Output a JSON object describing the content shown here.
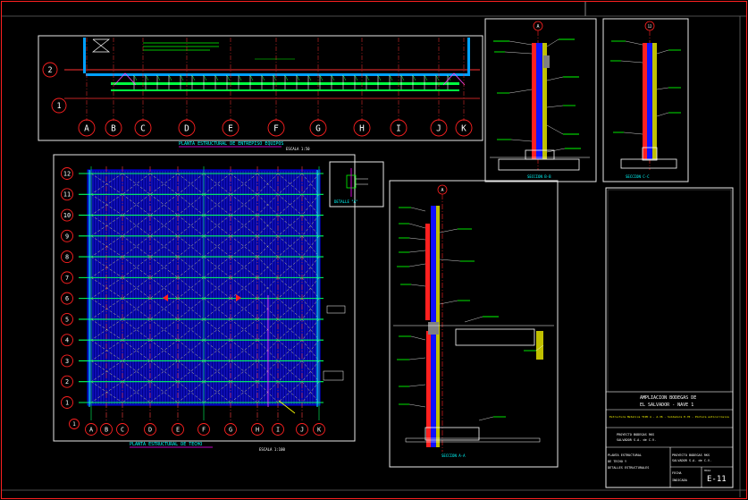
{
  "sheet": {
    "background": "#000000",
    "border_color": "#ff2020",
    "sheet_number": "E-11"
  },
  "top_plan": {
    "title": "PLANTA ESTRUCTURAL DE ENTREPISO EQUIPOS",
    "scale": "ESCALA 1:50",
    "row_labels": [
      "2",
      "1"
    ],
    "column_labels": [
      "A",
      "B",
      "C",
      "D",
      "E",
      "F",
      "G",
      "H",
      "I",
      "J",
      "K"
    ]
  },
  "roof_plan": {
    "title": "PLANTA ESTRUCTURAL DE TECHO",
    "scale": "ESCALA 1:100",
    "row_labels": [
      "12",
      "11",
      "10",
      "9",
      "8",
      "7",
      "6",
      "5",
      "4",
      "3",
      "2",
      "1"
    ],
    "column_labels": [
      "A",
      "B",
      "C",
      "D",
      "E",
      "F",
      "G",
      "H",
      "I",
      "J",
      "K"
    ]
  },
  "detail_small": {
    "title": "DETALLE \"A\""
  },
  "section_b": {
    "title": "SECCION B-B",
    "axis": "A"
  },
  "section_c": {
    "title": "SECCION C-C",
    "axis": "12"
  },
  "section_a": {
    "title": "SECCION A-A",
    "axis": "A"
  },
  "title_block": {
    "project_line1": "AMPLIACION BODEGAS DE",
    "project_line2": "EL SALVADOR - NAVE 1",
    "notes": "Estructura Metalica TIPO A - A-36 - Soldadura E-70 - Pintura anticorrosiva",
    "client_line1": "PROYECTO BODEGAS RKS",
    "client_line2": "SALVADOR S.A. de C.V.",
    "sheet_content_line1": "PLANTA ESTRUCTURAL",
    "sheet_content_line2": "DE TECHO Y",
    "sheet_content_line3": "DETALLES ESTRUCTURALES",
    "designer_line1": "PROYECTO BODEGAS RKS",
    "designer_line2": "SALVADOR S.A. de C.V.",
    "date_label": "FECHA",
    "date_value": "INDICADA",
    "sheet_label": "HOJA",
    "sheet_number": "E-11"
  }
}
